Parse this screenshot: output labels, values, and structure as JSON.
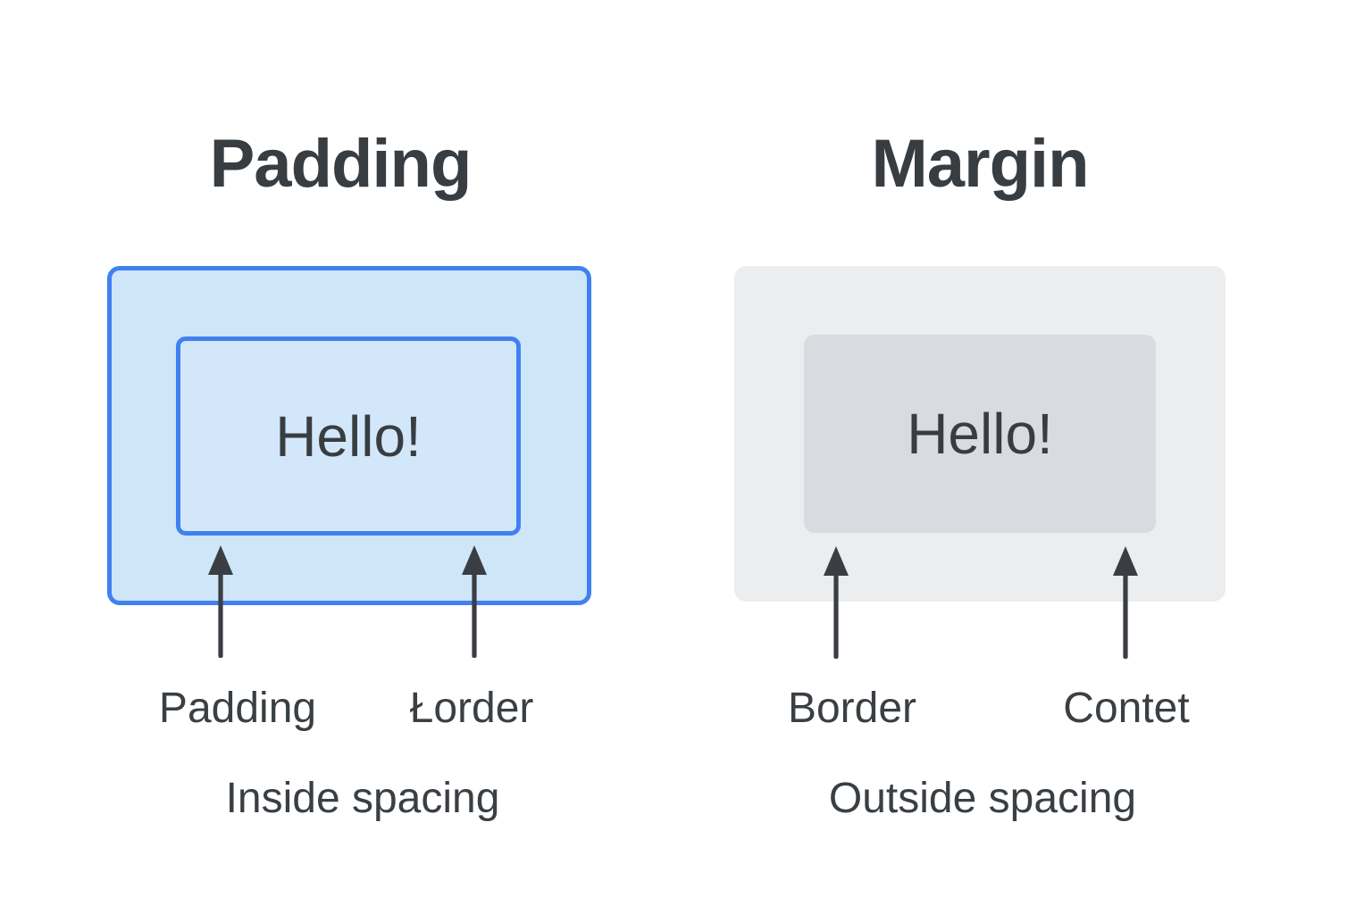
{
  "colors": {
    "background": "#ffffff",
    "blue_border": "#4080f1",
    "blue_fill": "#cfe5f8",
    "blue_fill_inner": "#d3e7fa",
    "gray_outer_fill": "#ebedee",
    "gray_inner_fill": "#d8dbdf",
    "text_dark": "#383d42",
    "arrow_color": "#3a3e43"
  },
  "left": {
    "title": "Padding",
    "box_text": "Hello!",
    "arrow_labels": [
      "Padding",
      "Łorder"
    ],
    "caption": "Inside spacing"
  },
  "right": {
    "title": "Margin",
    "box_text": "Hello!",
    "arrow_labels": [
      "Border",
      "Contet"
    ],
    "caption": "Outside spacing"
  }
}
